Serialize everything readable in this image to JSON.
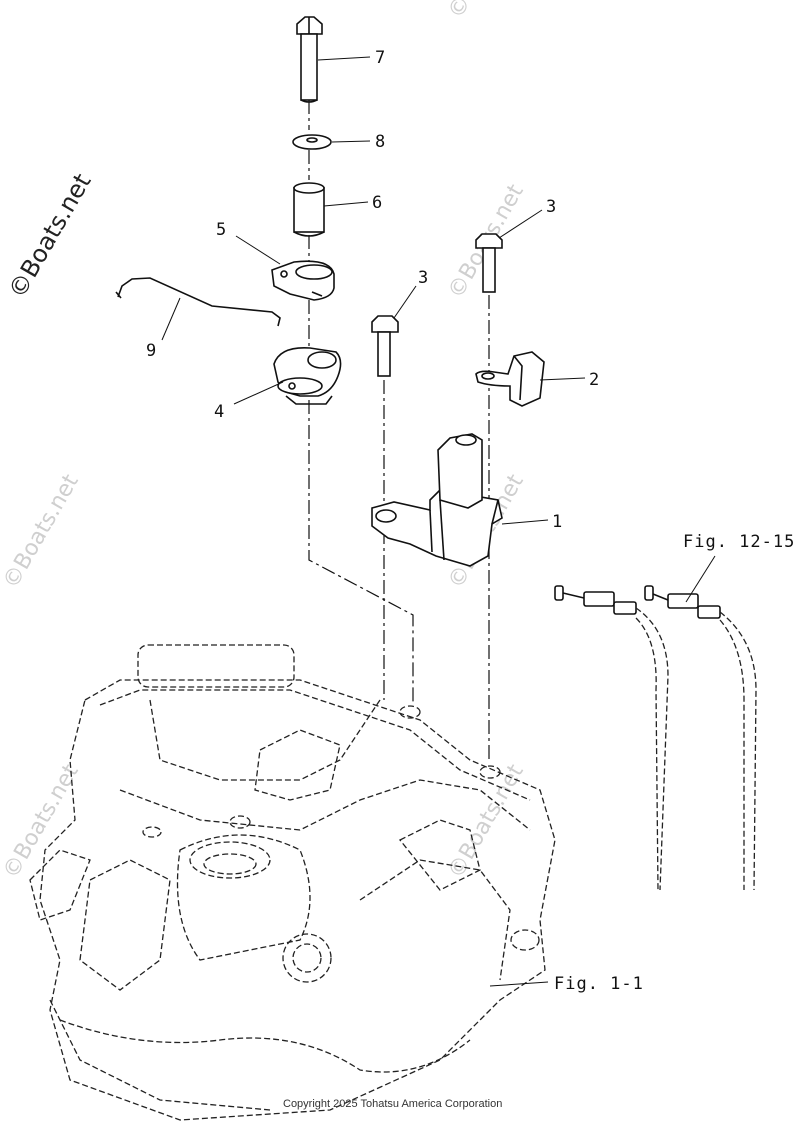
{
  "watermark": {
    "brand": "©Boats.net"
  },
  "copyright": "Copyright 2025 Tohatsu America Corporation",
  "callouts": [
    "7",
    "8",
    "6",
    "5",
    "3",
    "3",
    "9",
    "2",
    "4",
    "1"
  ],
  "references": {
    "cable_fig": "Fig. 12-15",
    "engine_fig": "Fig. 1-1"
  }
}
